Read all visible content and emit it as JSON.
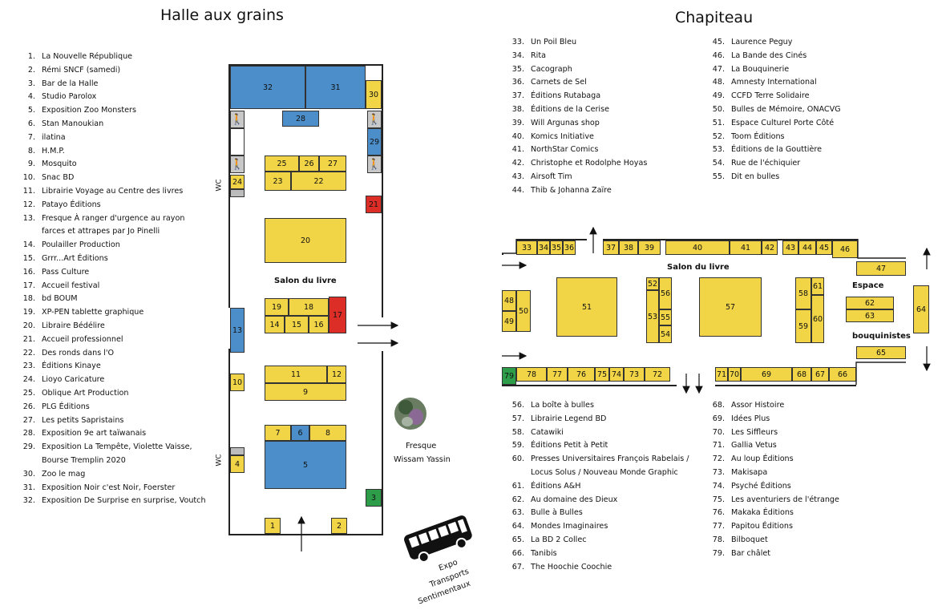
{
  "halle": {
    "title": "Halle aux grains",
    "legend": [
      {
        "n": "1.",
        "t": "La Nouvelle République"
      },
      {
        "n": "2.",
        "t": "Rémi SNCF (samedi)"
      },
      {
        "n": "3.",
        "t": "Bar de la Halle"
      },
      {
        "n": "4.",
        "t": "Studio Parolox"
      },
      {
        "n": "5.",
        "t": "Exposition Zoo Monsters"
      },
      {
        "n": "6.",
        "t": "Stan Manoukian"
      },
      {
        "n": "7.",
        "t": "ilatina"
      },
      {
        "n": "8.",
        "t": "H.M.P."
      },
      {
        "n": "9.",
        "t": "Mosquito"
      },
      {
        "n": "10.",
        "t": "Snac BD"
      },
      {
        "n": "11.",
        "t": "Librairie Voyage au Centre des livres"
      },
      {
        "n": "12.",
        "t": "Patayo Éditions"
      },
      {
        "n": "13.",
        "t": "Fresque À ranger d'urgence au rayon"
      },
      {
        "n": "",
        "t": "farces et attrapes par Jo Pinelli"
      },
      {
        "n": "14.",
        "t": "Poulailler Production"
      },
      {
        "n": "15.",
        "t": "Grrr...Art Éditions"
      },
      {
        "n": "16.",
        "t": "Pass Culture"
      },
      {
        "n": "17.",
        "t": "Accueil festival"
      },
      {
        "n": "18.",
        "t": "bd BOUM"
      },
      {
        "n": "19.",
        "t": "XP-PEN tablette graphique"
      },
      {
        "n": "20.",
        "t": "Libraire Bédélire"
      },
      {
        "n": "21.",
        "t": "Accueil professionnel"
      },
      {
        "n": "22.",
        "t": "Des ronds dans l'O"
      },
      {
        "n": "23.",
        "t": "Éditions Kinaye"
      },
      {
        "n": "24.",
        "t": "Lioyo Caricature"
      },
      {
        "n": "25.",
        "t": "Oblique Art Production"
      },
      {
        "n": "26.",
        "t": "PLG Éditions"
      },
      {
        "n": "27.",
        "t": "Les petits Sapristains"
      },
      {
        "n": "28.",
        "t": "Exposition 9e art taïwanais"
      },
      {
        "n": "29.",
        "t": "Exposition La Tempête, Violette Vaisse,"
      },
      {
        "n": "",
        "t": "Bourse Tremplin 2020"
      },
      {
        "n": "30.",
        "t": "Zoo le mag"
      },
      {
        "n": "31.",
        "t": "Exposition Noir c'est Noir, Foerster"
      },
      {
        "n": "32.",
        "t": "Exposition De Surprise en surprise, Voutch"
      }
    ],
    "wc1": "WC",
    "wc2": "WC",
    "salon_label": "Salon du livre"
  },
  "fresque": {
    "line1": "Fresque",
    "line2": "Wissam Yassin"
  },
  "bus": {
    "line1": "Expo",
    "line2": "Transports",
    "line3": "Sentimentaux"
  },
  "chapiteau": {
    "title": "Chapiteau",
    "top_col1": [
      {
        "n": "33.",
        "t": "Un Poil Bleu"
      },
      {
        "n": "34.",
        "t": "Rita"
      },
      {
        "n": "35.",
        "t": "Cacograph"
      },
      {
        "n": "36.",
        "t": "Carnets de Sel"
      },
      {
        "n": "37.",
        "t": "Éditions Rutabaga"
      },
      {
        "n": "38.",
        "t": "Éditions de la Cerise"
      },
      {
        "n": "39.",
        "t": "Will Argunas shop"
      },
      {
        "n": "40.",
        "t": "Komics Initiative"
      },
      {
        "n": "41.",
        "t": "NorthStar Comics"
      },
      {
        "n": "42.",
        "t": "Christophe et Rodolphe Hoyas"
      },
      {
        "n": "43.",
        "t": "Airsoft Tim"
      },
      {
        "n": "44.",
        "t": "Thib & Johanna Zaïre"
      }
    ],
    "top_col2": [
      {
        "n": "45.",
        "t": "Laurence Peguy"
      },
      {
        "n": "46.",
        "t": "La Bande des Cinés"
      },
      {
        "n": "47.",
        "t": "La Bouquinerie"
      },
      {
        "n": "48.",
        "t": "Amnesty International"
      },
      {
        "n": "49.",
        "t": "CCFD Terre Solidaire"
      },
      {
        "n": "50.",
        "t": "Bulles de Mémoire, ONACVG"
      },
      {
        "n": "51.",
        "t": "Espace Culturel Porte Côté"
      },
      {
        "n": "52.",
        "t": "Toom Éditions"
      },
      {
        "n": "53.",
        "t": "Éditions de la Gouttière"
      },
      {
        "n": "54.",
        "t": "Rue de l'échiquier"
      },
      {
        "n": "55.",
        "t": "Dit en bulles"
      }
    ],
    "bot_col1": [
      {
        "n": "56.",
        "t": "La boîte à bulles"
      },
      {
        "n": "57.",
        "t": "Librairie Legend BD"
      },
      {
        "n": "58.",
        "t": "Catawiki"
      },
      {
        "n": "59.",
        "t": "Éditions Petit à Petit"
      },
      {
        "n": "60.",
        "t": "Presses Universitaires François Rabelais /"
      },
      {
        "n": "",
        "t": "Locus Solus / Nouveau Monde Graphic"
      },
      {
        "n": "61.",
        "t": "Éditions A&H"
      },
      {
        "n": "62.",
        "t": "Au domaine des Dieux"
      },
      {
        "n": "63.",
        "t": "Bulle à Bulles"
      },
      {
        "n": "64.",
        "t": "Mondes Imaginaires"
      },
      {
        "n": "65.",
        "t": "La BD 2 Collec"
      },
      {
        "n": "66.",
        "t": "Tanibis"
      },
      {
        "n": "67.",
        "t": "The Hoochie Coochie"
      }
    ],
    "bot_col2": [
      {
        "n": "68.",
        "t": "Assor Histoire"
      },
      {
        "n": "69.",
        "t": "Idées Plus"
      },
      {
        "n": "70.",
        "t": "Les Siffleurs"
      },
      {
        "n": "71.",
        "t": "Gallia Vetus"
      },
      {
        "n": "72.",
        "t": "Au loup Éditions"
      },
      {
        "n": "73.",
        "t": "Makisapa"
      },
      {
        "n": "74.",
        "t": "Psyché Éditions"
      },
      {
        "n": "75.",
        "t": "Les aventuriers de l'étrange"
      },
      {
        "n": "76.",
        "t": "Makaka Éditions"
      },
      {
        "n": "77.",
        "t": "Papitou Éditions"
      },
      {
        "n": "78.",
        "t": "Bilboquet"
      },
      {
        "n": "79.",
        "t": "Bar châlet"
      }
    ],
    "salon_label": "Salon du livre",
    "espace_label": "Espace",
    "bouquinistes_label": "bouquinistes"
  },
  "halle_stands": [
    {
      "id": "32",
      "label": "32",
      "color": "blue"
    },
    {
      "id": "31",
      "label": "31",
      "color": "blue"
    },
    {
      "id": "30",
      "label": "30",
      "color": "yellow"
    },
    {
      "id": "28",
      "label": "28",
      "color": "blue"
    },
    {
      "id": "29",
      "label": "29",
      "color": "blue"
    },
    {
      "id": "25",
      "label": "25",
      "color": "yellow"
    },
    {
      "id": "26",
      "label": "26",
      "color": "yellow"
    },
    {
      "id": "27",
      "label": "27",
      "color": "yellow"
    },
    {
      "id": "23",
      "label": "23",
      "color": "yellow"
    },
    {
      "id": "22",
      "label": "22",
      "color": "yellow"
    },
    {
      "id": "24",
      "label": "24",
      "color": "yellow"
    },
    {
      "id": "21",
      "label": "21",
      "color": "red"
    },
    {
      "id": "20",
      "label": "20",
      "color": "yellow"
    },
    {
      "id": "19",
      "label": "19",
      "color": "yellow"
    },
    {
      "id": "18",
      "label": "18",
      "color": "yellow"
    },
    {
      "id": "17",
      "label": "17",
      "color": "red"
    },
    {
      "id": "14",
      "label": "14",
      "color": "yellow"
    },
    {
      "id": "15",
      "label": "15",
      "color": "yellow"
    },
    {
      "id": "16",
      "label": "16",
      "color": "yellow"
    },
    {
      "id": "13",
      "label": "13",
      "color": "blue"
    },
    {
      "id": "11",
      "label": "11",
      "color": "yellow"
    },
    {
      "id": "12",
      "label": "12",
      "color": "yellow"
    },
    {
      "id": "9",
      "label": "9",
      "color": "yellow"
    },
    {
      "id": "10",
      "label": "10",
      "color": "yellow"
    },
    {
      "id": "7",
      "label": "7",
      "color": "yellow"
    },
    {
      "id": "6",
      "label": "6",
      "color": "blue"
    },
    {
      "id": "8",
      "label": "8",
      "color": "yellow"
    },
    {
      "id": "5",
      "label": "5",
      "color": "blue"
    },
    {
      "id": "4",
      "label": "4",
      "color": "yellow"
    },
    {
      "id": "3",
      "label": "3",
      "color": "green"
    },
    {
      "id": "1",
      "label": "1",
      "color": "yellow"
    },
    {
      "id": "2",
      "label": "2",
      "color": "yellow"
    }
  ],
  "chapiteau_stands": [
    {
      "id": "33",
      "label": "33"
    },
    {
      "id": "34",
      "label": "34"
    },
    {
      "id": "35",
      "label": "35"
    },
    {
      "id": "36",
      "label": "36"
    },
    {
      "id": "37",
      "label": "37"
    },
    {
      "id": "38",
      "label": "38"
    },
    {
      "id": "39",
      "label": "39"
    },
    {
      "id": "40",
      "label": "40"
    },
    {
      "id": "41",
      "label": "41"
    },
    {
      "id": "42",
      "label": "42"
    },
    {
      "id": "43",
      "label": "43"
    },
    {
      "id": "44",
      "label": "44"
    },
    {
      "id": "45",
      "label": "45"
    },
    {
      "id": "46",
      "label": "46"
    },
    {
      "id": "47",
      "label": "47"
    },
    {
      "id": "48",
      "label": "48"
    },
    {
      "id": "49",
      "label": "49"
    },
    {
      "id": "50",
      "label": "50"
    },
    {
      "id": "51",
      "label": "51"
    },
    {
      "id": "52",
      "label": "52"
    },
    {
      "id": "53",
      "label": "53"
    },
    {
      "id": "54",
      "label": "54"
    },
    {
      "id": "55",
      "label": "55"
    },
    {
      "id": "56",
      "label": "56"
    },
    {
      "id": "57",
      "label": "57"
    },
    {
      "id": "58",
      "label": "58"
    },
    {
      "id": "59",
      "label": "59"
    },
    {
      "id": "60",
      "label": "60"
    },
    {
      "id": "61",
      "label": "61"
    },
    {
      "id": "62",
      "label": "62"
    },
    {
      "id": "63",
      "label": "63"
    },
    {
      "id": "64",
      "label": "64"
    },
    {
      "id": "65",
      "label": "65"
    },
    {
      "id": "66",
      "label": "66"
    },
    {
      "id": "67",
      "label": "67"
    },
    {
      "id": "68",
      "label": "68"
    },
    {
      "id": "69",
      "label": "69"
    },
    {
      "id": "70",
      "label": "70"
    },
    {
      "id": "71",
      "label": "71"
    },
    {
      "id": "72",
      "label": "72"
    },
    {
      "id": "73",
      "label": "73"
    },
    {
      "id": "74",
      "label": "74"
    },
    {
      "id": "75",
      "label": "75"
    },
    {
      "id": "76",
      "label": "76"
    },
    {
      "id": "77",
      "label": "77"
    },
    {
      "id": "78",
      "label": "78"
    },
    {
      "id": "79",
      "label": "79"
    }
  ],
  "colors": {
    "yellow": "#f1d546",
    "blue": "#4b8ec9",
    "red": "#dc2d26",
    "green": "#2e9d4a",
    "grey": "#bcbcbc"
  }
}
